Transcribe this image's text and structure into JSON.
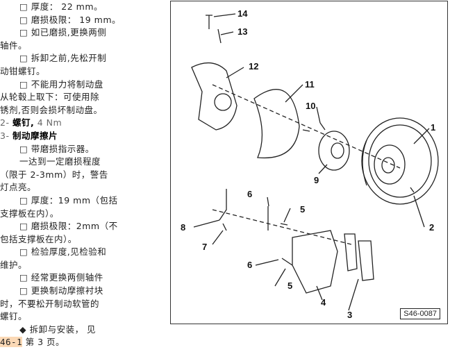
{
  "lines": [
    "□  厚度： 22 mm。",
    "□  磨损极限： 19 mm。",
    "□  如已磨损,更换两侧",
    "轴件。",
    "□  拆卸之前,先松开制",
    "动钳螺钉。",
    "□  不能用力将制动盘",
    "从轮毂上取下：可使用除",
    "锈剂,否则会损坏制动盘。",
    "□  带磨损指示器。",
    "一达到一定磨损程度",
    "（限于 2-3mm）时，警告",
    "灯点亮。",
    "□  厚度：19 mm（包括",
    "支撑板在内）。",
    "□  磨损极限：2mm（不",
    "包括支撑板在内）。",
    "□  检验厚度,见检验和",
    "维护。",
    "□  经常更换两侧轴件",
    "□  更换制动摩擦衬块",
    "时，不要松开制动软管的",
    "螺钉。",
    "◆  拆卸与安装， 见",
    "第 3 页。"
  ],
  "item2": {
    "num": "2-",
    "name": "螺钉,",
    "torque": "4 Nm"
  },
  "item3": {
    "num": "3-",
    "name": "制动摩擦片"
  },
  "link": "46-1",
  "figure": {
    "code": "S46-0087",
    "labels": [
      "14",
      "13",
      "12",
      "11",
      "10",
      "1",
      "9",
      "2",
      "6",
      "5",
      "8",
      "7",
      "6",
      "5",
      "4",
      "3"
    ]
  }
}
